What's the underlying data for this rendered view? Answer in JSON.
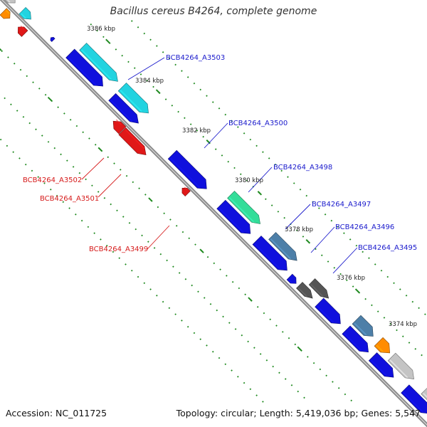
{
  "title": "Bacillus cereus B4264, complete genome",
  "accession_label": "Accession:",
  "accession": "NC_011725",
  "summary": "Topology: circular; Length: 5,419,036 bp; Genes: 5,547",
  "colors": {
    "backbone": "#7f7f7f",
    "tick": "#1f8a1f",
    "forward_label": "#1a1acc",
    "reverse_label": "#d61a1a",
    "cds_blue": "#1010dd",
    "cyan": "#22d3e0",
    "mint": "#33dd99",
    "steel": "#4d7fa8",
    "gray": "#555555",
    "orange": "#ff8c00",
    "light_gray": "#c4c4c4",
    "red": "#e01818"
  },
  "position_labels": [
    "3386 kbp",
    "3384 kbp",
    "3382 kbp",
    "3380 kbp",
    "3378 kbp",
    "3376 kbp",
    "3374 kbp"
  ],
  "gene_labels": [
    {
      "text": "BCB4264_A3503",
      "strand": "forward"
    },
    {
      "text": "BCB4264_A3500",
      "strand": "forward"
    },
    {
      "text": "BCB4264_A3498",
      "strand": "forward"
    },
    {
      "text": "BCB4264_A3497",
      "strand": "forward"
    },
    {
      "text": "BCB4264_A3496",
      "strand": "forward"
    },
    {
      "text": "BCB4264_A3495",
      "strand": "forward"
    },
    {
      "text": "BCB4264_A3502",
      "strand": "reverse"
    },
    {
      "text": "BCB4264_A3501",
      "strand": "reverse"
    },
    {
      "text": "BCB4264_A3499",
      "strand": "reverse"
    }
  ]
}
